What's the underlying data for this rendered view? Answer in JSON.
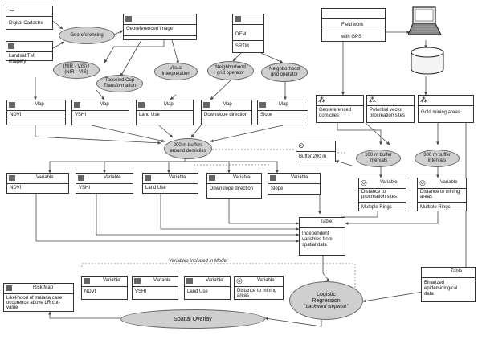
{
  "inputs": {
    "digital_cadastre": "Digital Cadastre",
    "landsat": "Landsat TM imagery",
    "georef_image": "Georeferenced image",
    "dem": "DEM",
    "srtm": "SRTM",
    "field_work": "Field work",
    "with_gps": "with GPS"
  },
  "ops": {
    "georeferencing": "Georeferencing",
    "nir_vis_1": "(NIR - VIS) /",
    "nir_vis_2": "(NIR - VIS)",
    "tasseled_1": "Tasseled Cap",
    "tasseled_2": "Transformation",
    "visual_1": "Visual",
    "visual_2": "Interpretation",
    "neighborhood_1a": "Neighborhood",
    "neighborhood_1b": "grid operator",
    "neighborhood_2a": "Neighborhood",
    "neighborhood_2b": "grid operator",
    "buffers_1": "200 m buffers",
    "buffers_2": "around domiciles",
    "buffer100_1": "100 m buffer",
    "buffer100_2": "intervals",
    "buffer300_1": "300 m buffer",
    "buffer300_2": "intervals",
    "logistic_1": "Logistic",
    "logistic_2": "Regression",
    "logistic_3": "\"backward stepwise\"",
    "spatial_overlay": "Spatial Overlay"
  },
  "maps": {
    "header": "Map",
    "ndvi": "NDVI",
    "vshi": "VSHI",
    "land_use": "Land Use",
    "downslope": "Downslope direction",
    "slope": "Slope"
  },
  "points": {
    "domiciles_1": "Georeferenced",
    "domiciles_2": "domiciles",
    "vector_1": "Potential vector",
    "vector_2": "procreation sites",
    "gold": "Gold mining areas"
  },
  "buffer200": "Buffer 200 m",
  "variables": {
    "header": "Variable",
    "ndvi": "NDVI",
    "vshi": "VSHI",
    "land_use": "Land Use",
    "downslope": "Downslope direction",
    "slope": "Slope",
    "dist_proc_1": "Distance to",
    "dist_proc_2": "procreation sites",
    "dist_mining_1": "Distance to mining",
    "dist_mining_2": "areas",
    "multiple_rings": "Multiple Rings"
  },
  "table": {
    "header": "Table",
    "indep_1": "Independent",
    "indep_2": "variables from",
    "indep_3": "spatial data",
    "bin_1": "Binarized",
    "bin_2": "epidemiological",
    "bin_3": "data"
  },
  "model_label": "Variables included in Model",
  "risk": {
    "header": "Risk Map",
    "l1": "Likelihood of malaria case",
    "l2": "occurence above LR cut-",
    "l3": "value"
  },
  "colors": {
    "ellipse_fill": "#cfcfcf",
    "line": "#444444",
    "icon": "#666666"
  }
}
